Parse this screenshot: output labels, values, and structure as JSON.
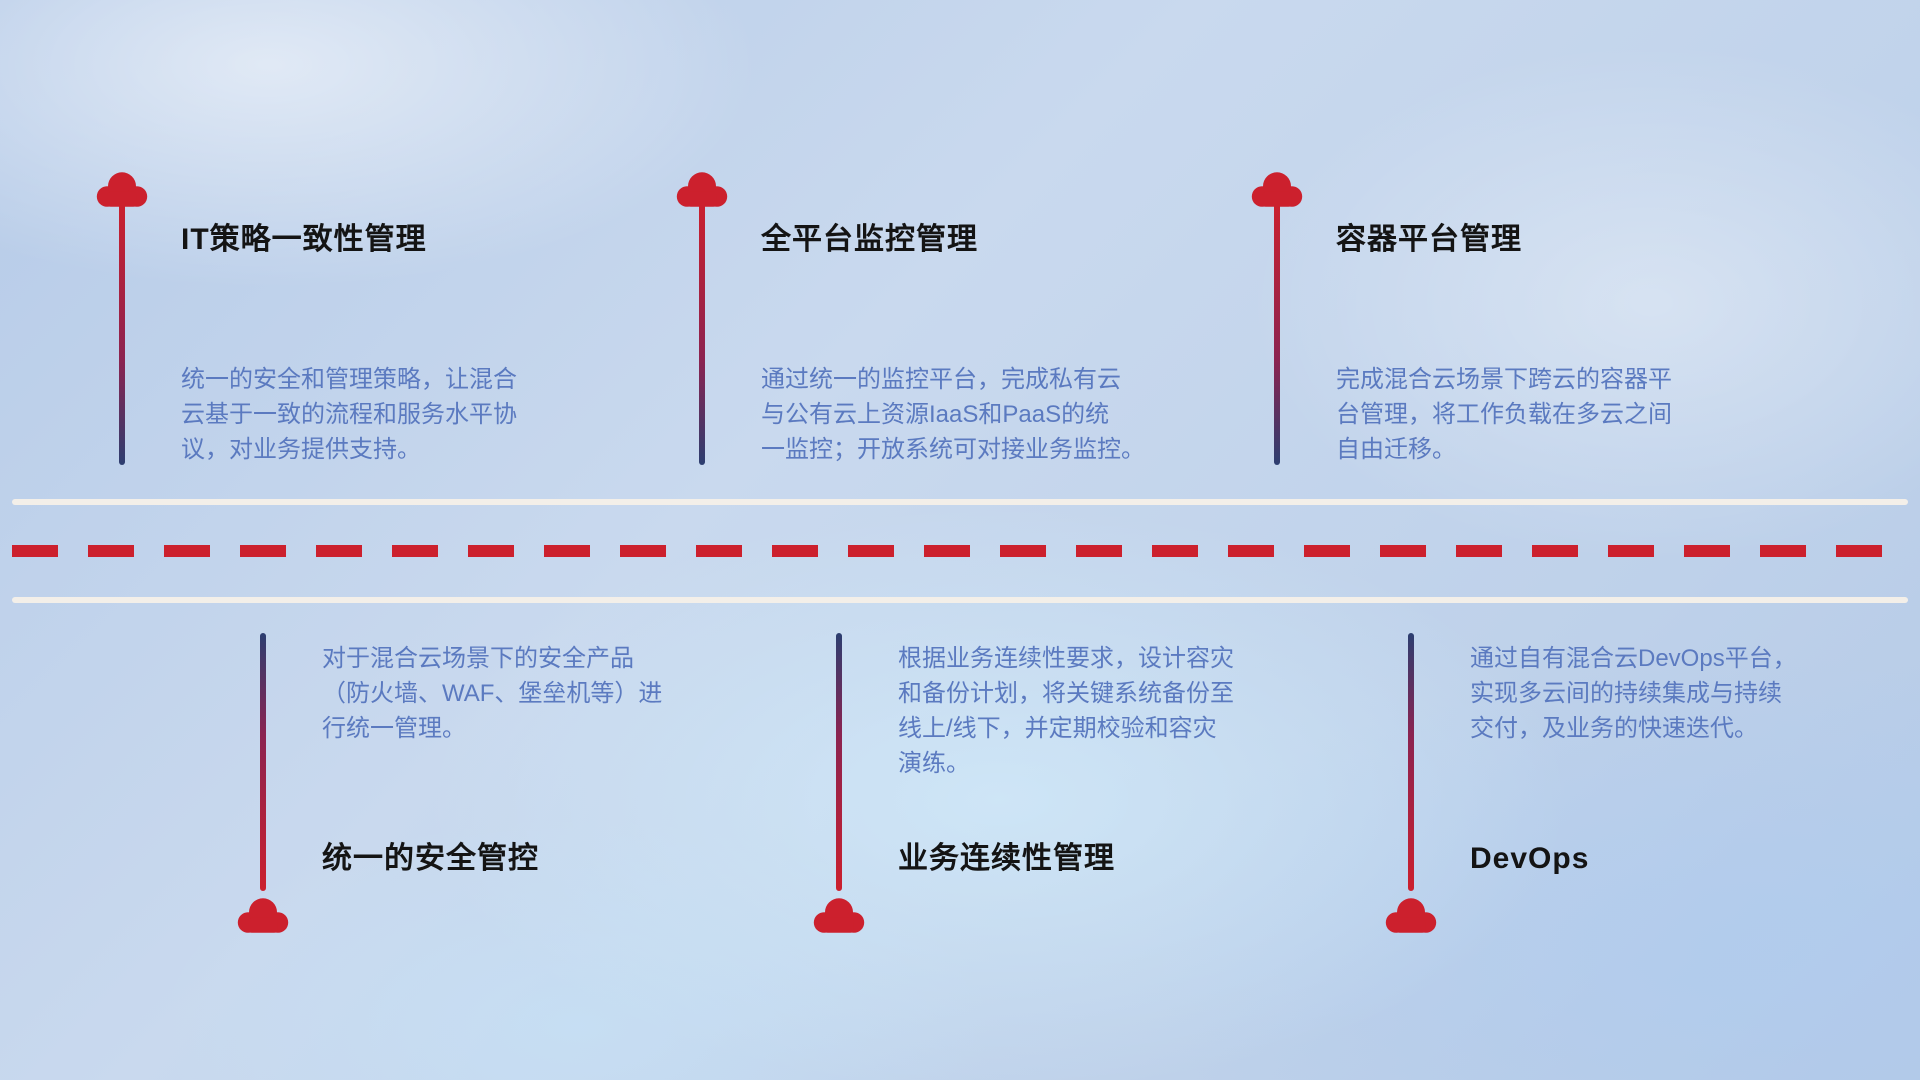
{
  "colors": {
    "red": "#cc202d",
    "navy": "#2c3e70",
    "title": "#141414",
    "desc": "#5b7ac0",
    "road": "#f3efe9"
  },
  "top_items": [
    {
      "title": "IT策略一致性管理",
      "description": "统一的安全和管理策略，让混合\n云基于一致的流程和服务水平协\n议，对业务提供支持。"
    },
    {
      "title": "全平台监控管理",
      "description": "通过统一的监控平台，完成私有云\n与公有云上资源IaaS和PaaS的统\n一监控；开放系统可对接业务监控。"
    },
    {
      "title": "容器平台管理",
      "description": "完成混合云场景下跨云的容器平\n台管理，将工作负载在多云之间\n自由迁移。"
    }
  ],
  "bottom_items": [
    {
      "title": "统一的安全管控",
      "description": "对于混合云场景下的安全产品\n（防火墙、WAF、堡垒机等）进\n行统一管理。"
    },
    {
      "title": "业务连续性管理",
      "description": "根据业务连续性要求，设计容灾\n和备份计划，将关键系统备份至\n线上/线下，并定期校验和容灾\n演练。"
    },
    {
      "title": "DevOps",
      "description": "通过自有混合云DevOps平台，\n实现多云间的持续集成与持续\n交付，及业务的快速迭代。"
    }
  ]
}
